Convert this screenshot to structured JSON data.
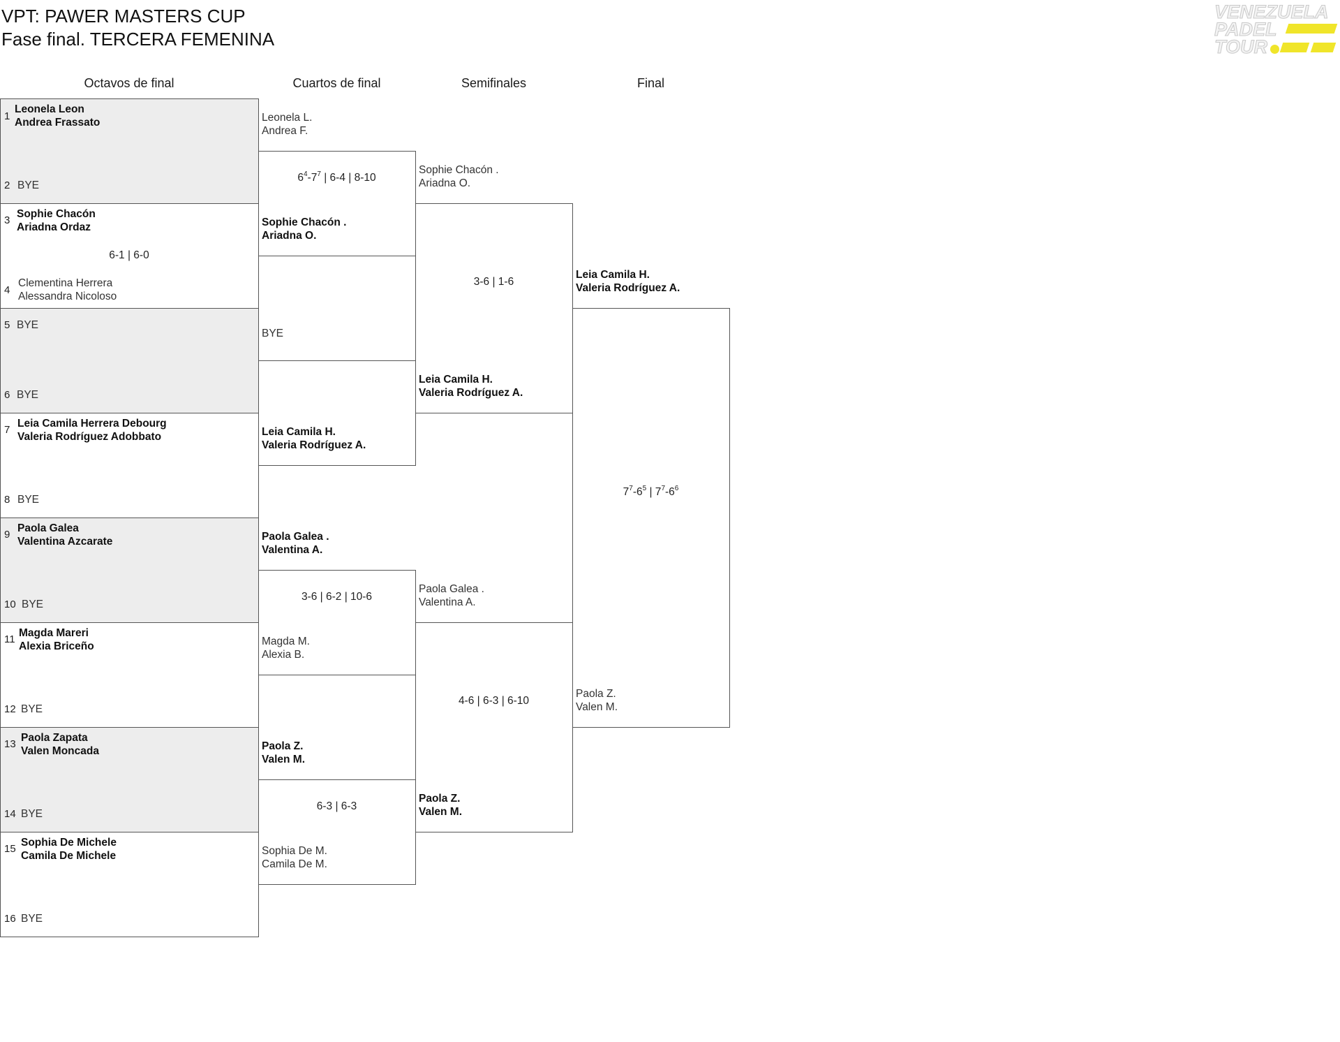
{
  "title_line1": "VPT: PAWER MASTERS CUP",
  "title_line2": "Fase final. TERCERA FEMENINA",
  "logo": {
    "line1": "VENEZUELA",
    "line2": "PADEL",
    "line3": "TOUR",
    "accent_color": "#f0e52a"
  },
  "rounds": [
    "Octavos de final",
    "Cuartos de final",
    "Semifinales",
    "Final"
  ],
  "seeds": [
    "1",
    "2",
    "3",
    "4",
    "5",
    "6",
    "7",
    "8",
    "9",
    "10",
    "11",
    "12",
    "13",
    "14",
    "15",
    "16"
  ],
  "r16": {
    "s1": [
      "Leonela Leon",
      "Andrea Frassato"
    ],
    "s2": [
      "BYE"
    ],
    "s3": [
      "Sophie Chacón",
      "Ariadna Ordaz"
    ],
    "s4": [
      "Clementina Herrera",
      "Alessandra Nicoloso"
    ],
    "s5": [
      "BYE"
    ],
    "s6": [
      "BYE"
    ],
    "s7": [
      "Leia Camila Herrera Debourg",
      "Valeria Rodríguez Adobbato"
    ],
    "s8": [
      "BYE"
    ],
    "s9": [
      "Paola Galea",
      "Valentina Azcarate"
    ],
    "s10": [
      "BYE"
    ],
    "s11": [
      "Magda Mareri",
      "Alexia Briceño"
    ],
    "s12": [
      "BYE"
    ],
    "s13": [
      "Paola Zapata",
      "Valen Moncada"
    ],
    "s14": [
      "BYE"
    ],
    "s15": [
      "Sophia De Michele",
      "Camila De Michele"
    ],
    "s16": [
      "BYE"
    ],
    "score_m2": "6-1 | 6-0"
  },
  "qf": {
    "e1": [
      "Leonela L.",
      "Andrea F."
    ],
    "e2": [
      "Sophie Chacón .",
      "Ariadna O."
    ],
    "e3": [
      "BYE"
    ],
    "e4": [
      "Leia Camila H.",
      "Valeria Rodríguez A."
    ],
    "e5": [
      "Paola Galea .",
      "Valentina A."
    ],
    "e6": [
      "Magda M.",
      "Alexia B."
    ],
    "e7": [
      "Paola Z.",
      "Valen M."
    ],
    "e8": [
      "Sophia De M.",
      "Camila De M."
    ],
    "score_m1": {
      "a": "6",
      "a_sup": "4",
      "b": "-7",
      "b_sup": "7",
      "rest": " | 6-4 | 8-10"
    },
    "score_m3": "3-6 | 6-2 | 10-6",
    "score_m4": "6-3 | 6-3"
  },
  "sf": {
    "e1": [
      "Sophie Chacón .",
      "Ariadna O."
    ],
    "e2": [
      "Leia Camila H.",
      "Valeria Rodríguez A."
    ],
    "e3": [
      "Paola Galea .",
      "Valentina A."
    ],
    "e4": [
      "Paola Z.",
      "Valen M."
    ],
    "score_m1": "3-6 | 1-6",
    "score_m2": "4-6 | 6-3 | 6-10"
  },
  "final": {
    "e1": [
      "Leia Camila H.",
      "Valeria Rodríguez A."
    ],
    "e2": [
      "Paola Z.",
      "Valen M."
    ],
    "score": {
      "a": "7",
      "a_sup": "7",
      "b": "-6",
      "b_sup": "5",
      "c": " | 7",
      "c_sup": "7",
      "d": "-6",
      "d_sup": "6"
    }
  }
}
